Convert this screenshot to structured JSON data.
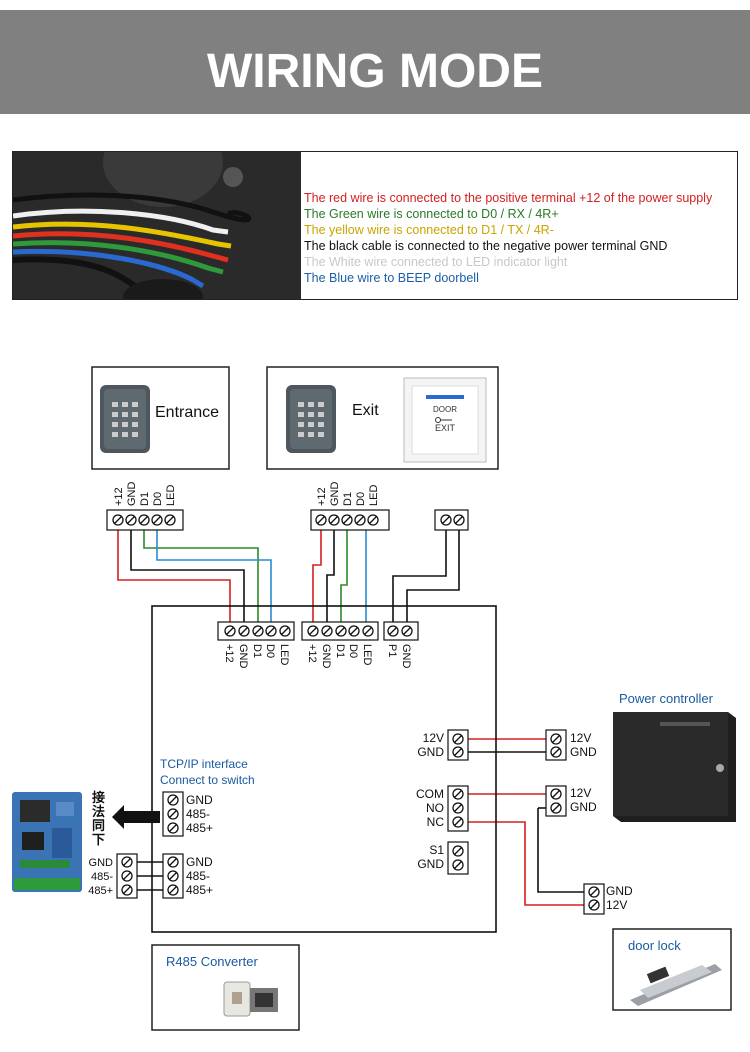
{
  "header": {
    "title": "WIRING MODE"
  },
  "legend": [
    {
      "text": "The red wire is connected to the positive terminal +12 of the power supply",
      "color": "#d42020"
    },
    {
      "text": "The Green wire is connected to D0 / RX / 4R+",
      "color": "#2a7a2a"
    },
    {
      "text": "The yellow wire is connected to D1 / TX / 4R-",
      "color": "#c9a400"
    },
    {
      "text": "The black cable is connected to the negative power terminal GND",
      "color": "#111111"
    },
    {
      "text": "The White wire connected to LED indicator light",
      "color": "#c8c8c8"
    },
    {
      "text": "The Blue wire to BEEP doorbell",
      "color": "#1a5ea8"
    }
  ],
  "devices": {
    "entrance_label": "Entrance",
    "exit_label": "Exit",
    "exit_button_top": "DOOR",
    "exit_button_bottom": "EXIT"
  },
  "reader_pins": [
    "+12",
    "GND",
    "D1",
    "D0",
    "LED"
  ],
  "controller": {
    "pins_p1": [
      "P1",
      "GND"
    ],
    "power": [
      "12V",
      "GND"
    ],
    "relay": [
      "COM",
      "NO",
      "NC"
    ],
    "sensor": [
      "S1",
      "GND"
    ],
    "bus": [
      "GND",
      "485-",
      "485+"
    ]
  },
  "tcpip": {
    "line1": "TCP/IP interface",
    "line2": "Connect to switch",
    "chinese": [
      "接",
      "法",
      "同",
      "下"
    ]
  },
  "board_pins": [
    "GND",
    "485-",
    "485+"
  ],
  "power_controller": {
    "label": "Power controller",
    "out1": [
      "12V",
      "GND"
    ],
    "out2": [
      "12V",
      "GND"
    ]
  },
  "door_lock": {
    "label": "door lock",
    "pins": [
      "GND",
      "12V"
    ]
  },
  "converter": {
    "label": "R485 Converter"
  },
  "colors": {
    "red": "#d42020",
    "green": "#2a8a2a",
    "blue": "#2a8ad0",
    "black": "#111111",
    "text_blue": "#1a5aa0"
  }
}
